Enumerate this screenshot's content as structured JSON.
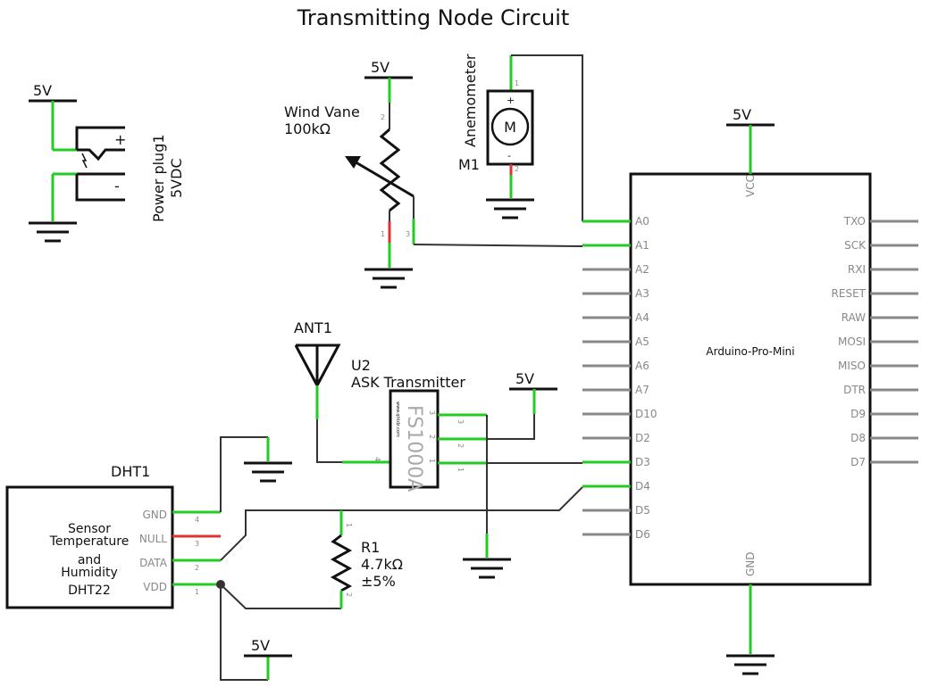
{
  "title": "Transmitting Node Circuit",
  "power_plug": {
    "label": "Power plug1",
    "sublabel": "5VDC",
    "plus": "+",
    "minus": "-",
    "supply": "5V"
  },
  "wind_vane": {
    "label": "Wind Vane",
    "value": "100kΩ",
    "supply": "5V",
    "pins": [
      "2",
      "1",
      "3"
    ]
  },
  "anemometer": {
    "label": "Anemometer",
    "ref": "M1",
    "symbol": "M",
    "plus": "+",
    "minus": "-",
    "pins": [
      "1",
      "2"
    ]
  },
  "arduino": {
    "name": "Arduino-Pro-Mini",
    "supply": "5V",
    "vcc": "VCC",
    "gnd": "GND",
    "left_pins": [
      "A0",
      "A1",
      "A2",
      "A3",
      "A4",
      "A5",
      "A6",
      "A7",
      "D10",
      "D2",
      "D3",
      "D4",
      "D5",
      "D6"
    ],
    "right_pins": [
      "TXO",
      "SCK",
      "RXI",
      "RESET",
      "RAW",
      "MOSI",
      "MISO",
      "DTR",
      "D9",
      "D8",
      "D7"
    ]
  },
  "antenna": {
    "label": "ANT1"
  },
  "transmitter": {
    "ref": "U2",
    "label": "ASK Transmitter",
    "chip": "FS1000A",
    "pins": [
      "3",
      "2",
      "1",
      "4"
    ],
    "supply": "5V",
    "tiny": "www.qhtdz.com"
  },
  "dht": {
    "ref": "DHT1",
    "desc": [
      "Sensor",
      "Temperature",
      "and",
      "Humidity",
      "DHT22"
    ],
    "pins": [
      "GND",
      "NULL",
      "DATA",
      "VDD"
    ],
    "pin_numbers": [
      "4",
      "3",
      "2",
      "1"
    ],
    "supply": "5V"
  },
  "resistor": {
    "ref": "R1",
    "value": "4.7kΩ",
    "tolerance": "±5%",
    "pins": [
      "1",
      "2"
    ]
  }
}
